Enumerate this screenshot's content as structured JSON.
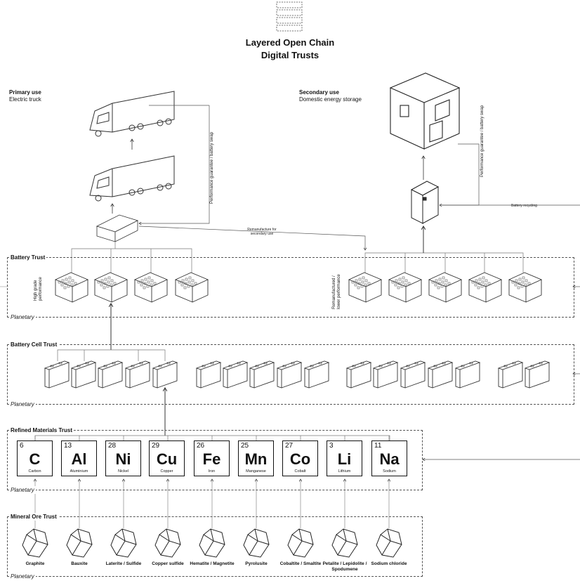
{
  "title_line1": "Layered Open Chain",
  "title_line2": "Digital Trusts",
  "primary": {
    "heading": "Primary use",
    "sub": "Electric truck"
  },
  "secondary": {
    "heading": "Secondary use",
    "sub": "Domestic energy storage"
  },
  "annotations": {
    "performance_left": "Performance guarantee / battery swap",
    "performance_right": "Performance guarantee / battery swap",
    "remanufacture": "Remanufacture for secondary use",
    "battery_recycling": "Battery recycling",
    "high_grade": "High grade performance",
    "remanufactured": "Remanufactured / lower performance"
  },
  "trusts": {
    "battery": "Battery Trust",
    "cell": "Battery Cell Trust",
    "refined": "Refined Materials Trust",
    "ore": "Mineral Ore Trust",
    "planetary": "Planetary"
  },
  "elements": [
    {
      "num": "6",
      "sym": "C",
      "name": "Carbon"
    },
    {
      "num": "13",
      "sym": "Al",
      "name": "Aluminium"
    },
    {
      "num": "28",
      "sym": "Ni",
      "name": "Nickel"
    },
    {
      "num": "29",
      "sym": "Cu",
      "name": "Copper"
    },
    {
      "num": "26",
      "sym": "Fe",
      "name": "Iron"
    },
    {
      "num": "25",
      "sym": "Mn",
      "name": "Manganese"
    },
    {
      "num": "27",
      "sym": "Co",
      "name": "Cobalt"
    },
    {
      "num": "3",
      "sym": "Li",
      "name": "Lithium"
    },
    {
      "num": "11",
      "sym": "Na",
      "name": "Sodium"
    }
  ],
  "ores": [
    "Graphite",
    "Bauxite",
    "Laterite / Sulfide",
    "Copper sulfide",
    "Hematite / Magnetite",
    "Pyrolusite",
    "Cobaltite / Smaltite",
    "Petalite / Lepidolite / Spodumene",
    "Sodium chloride"
  ],
  "battery_pack_icons": {
    "primary_count": 4,
    "secondary_count": 5
  },
  "cell_icon_groups": [
    5,
    5,
    5,
    2
  ]
}
